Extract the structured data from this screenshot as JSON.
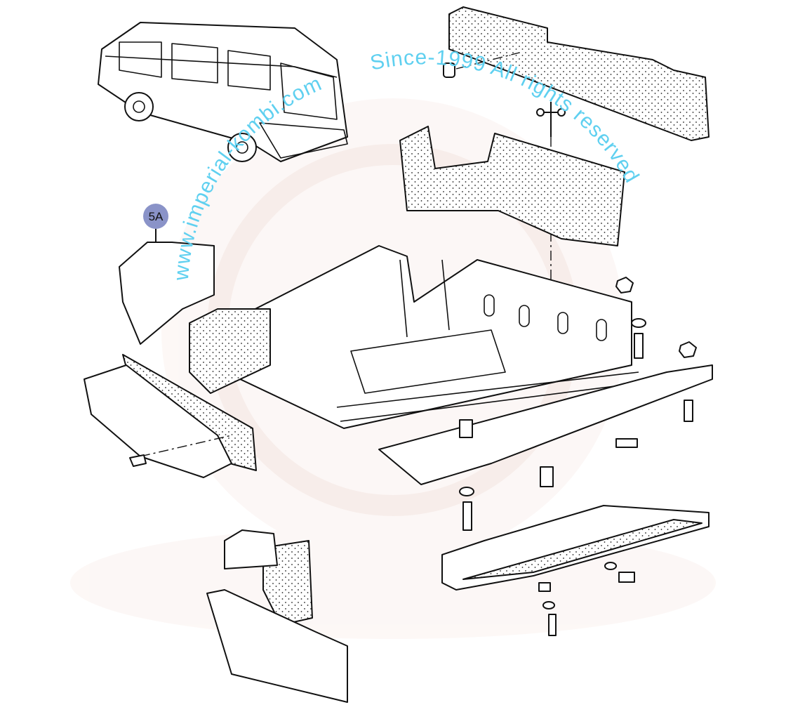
{
  "diagram": {
    "callouts": [
      {
        "label": "5A"
      }
    ],
    "watermark": {
      "left_arc": "www.imperial-kombi.com",
      "right_arc": "Since-1999 All rights reserved"
    },
    "colors": {
      "callout_fill": "#8a93c8",
      "watermark_text": "#5fd0f0",
      "logo_tint": "#f6e6e0"
    }
  }
}
